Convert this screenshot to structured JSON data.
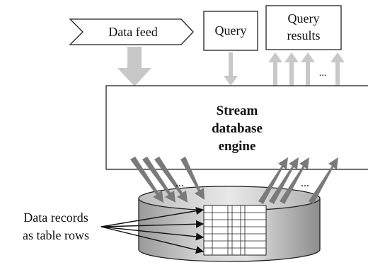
{
  "diagram": {
    "data_feed_label": "Data feed",
    "query_label": "Query",
    "query_results_label_line1": "Query",
    "query_results_label_line2": "results",
    "ellipsis_results": "...",
    "engine_label_line1": "Stream",
    "engine_label_line2": "database",
    "engine_label_line3": "engine",
    "ellipsis_left": "...",
    "ellipsis_right": "...",
    "records_label_line1": "Data records",
    "records_label_line2": "as table rows"
  },
  "colors": {
    "arrow_gray": "#c8c8c8",
    "dark_gray_arrow": "#7a7a7a",
    "box_stroke": "#222222"
  }
}
